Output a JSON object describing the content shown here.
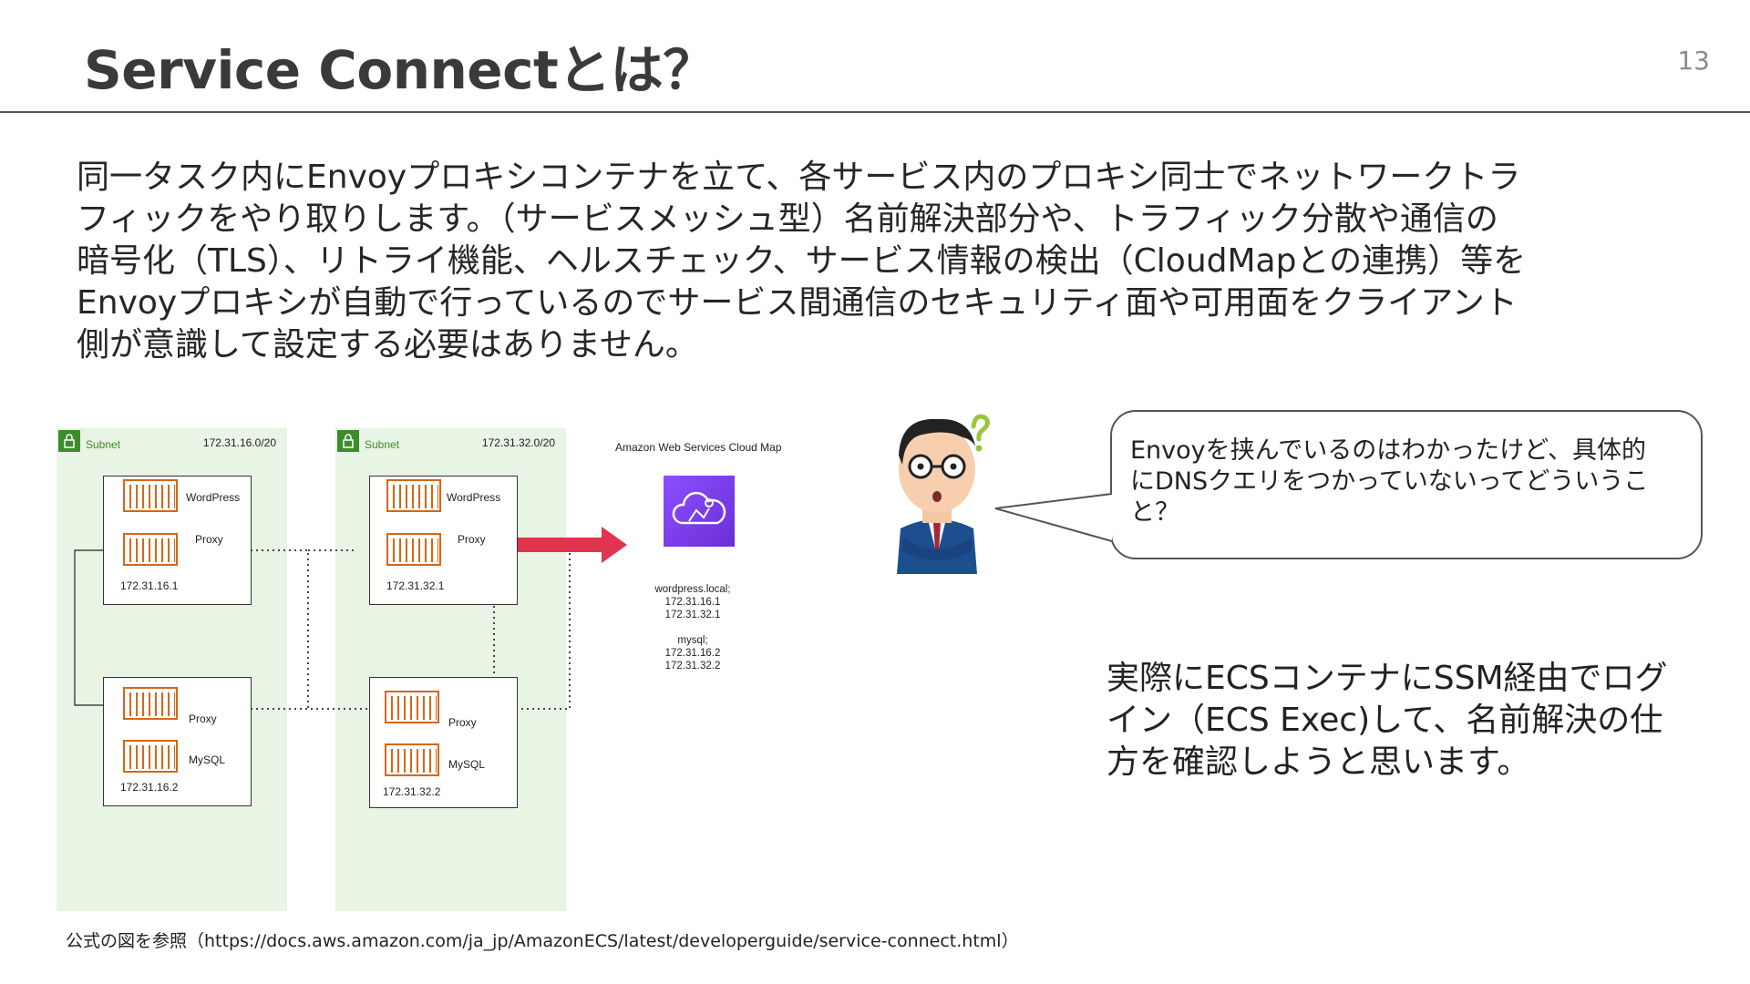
{
  "slide": {
    "title": "Service Connectとは？",
    "page_number": "13"
  },
  "body": {
    "lines": [
      "同一タスク内にEnvoyプロキシコンテナを立て、各サービス内のプロキシ同士でネットワークトラ",
      "フィックをやり取りします。（サービスメッシュ型）名前解決部分や、トラフィック分散や通信の",
      "暗号化（TLS）、リトライ機能、ヘルスチェック、サービス情報の検出（CloudMapとの連携）等を",
      "Envoyプロキシが自動で行っているのでサービス間通信のセキュリティ面や可用面をクライアント",
      "側が意識して設定する必要はありません。"
    ]
  },
  "diagram": {
    "subnets": [
      {
        "label": "Subnet",
        "cidr": "172.31.16.0/20"
      },
      {
        "label": "Subnet",
        "cidr": "172.31.32.0/20"
      }
    ],
    "tasks": [
      {
        "app": "WordPress",
        "proxy": "Proxy",
        "ip": "172.31.16.1"
      },
      {
        "app": "MySQL",
        "proxy": "Proxy",
        "ip": "172.31.16.2"
      },
      {
        "app": "WordPress",
        "proxy": "Proxy",
        "ip": "172.31.32.1"
      },
      {
        "app": "MySQL",
        "proxy": "Proxy",
        "ip": "172.31.32.2"
      }
    ],
    "cloud_map_title": "Amazon Web Services Cloud Map",
    "dns_entries": [
      "wordpress.local;",
      "172.31.16.1",
      "172.31.32.1",
      "",
      "mysql;",
      "172.31.16.2",
      "172.31.32.2"
    ],
    "colors": {
      "subnet_bg": "#e8f4e4",
      "container": "#d86613",
      "arrow": "#e0344f",
      "cloud_map": "#8c4fff"
    }
  },
  "speech_bubble": {
    "lines": [
      "Envoyを挟んでいるのはわかったけど、具体的",
      "にDNSクエリをつかっていないってどういうこ",
      "と？"
    ]
  },
  "note": {
    "lines": [
      "実際にECSコンテナにSSM経由でログ",
      "イン（ECS Exec)して、名前解決の仕",
      "方を確認しようと思います。"
    ]
  },
  "caption": "公式の図を参照（https://docs.aws.amazon.com/ja_jp/AmazonECS/latest/developerguide/service-connect.html）"
}
